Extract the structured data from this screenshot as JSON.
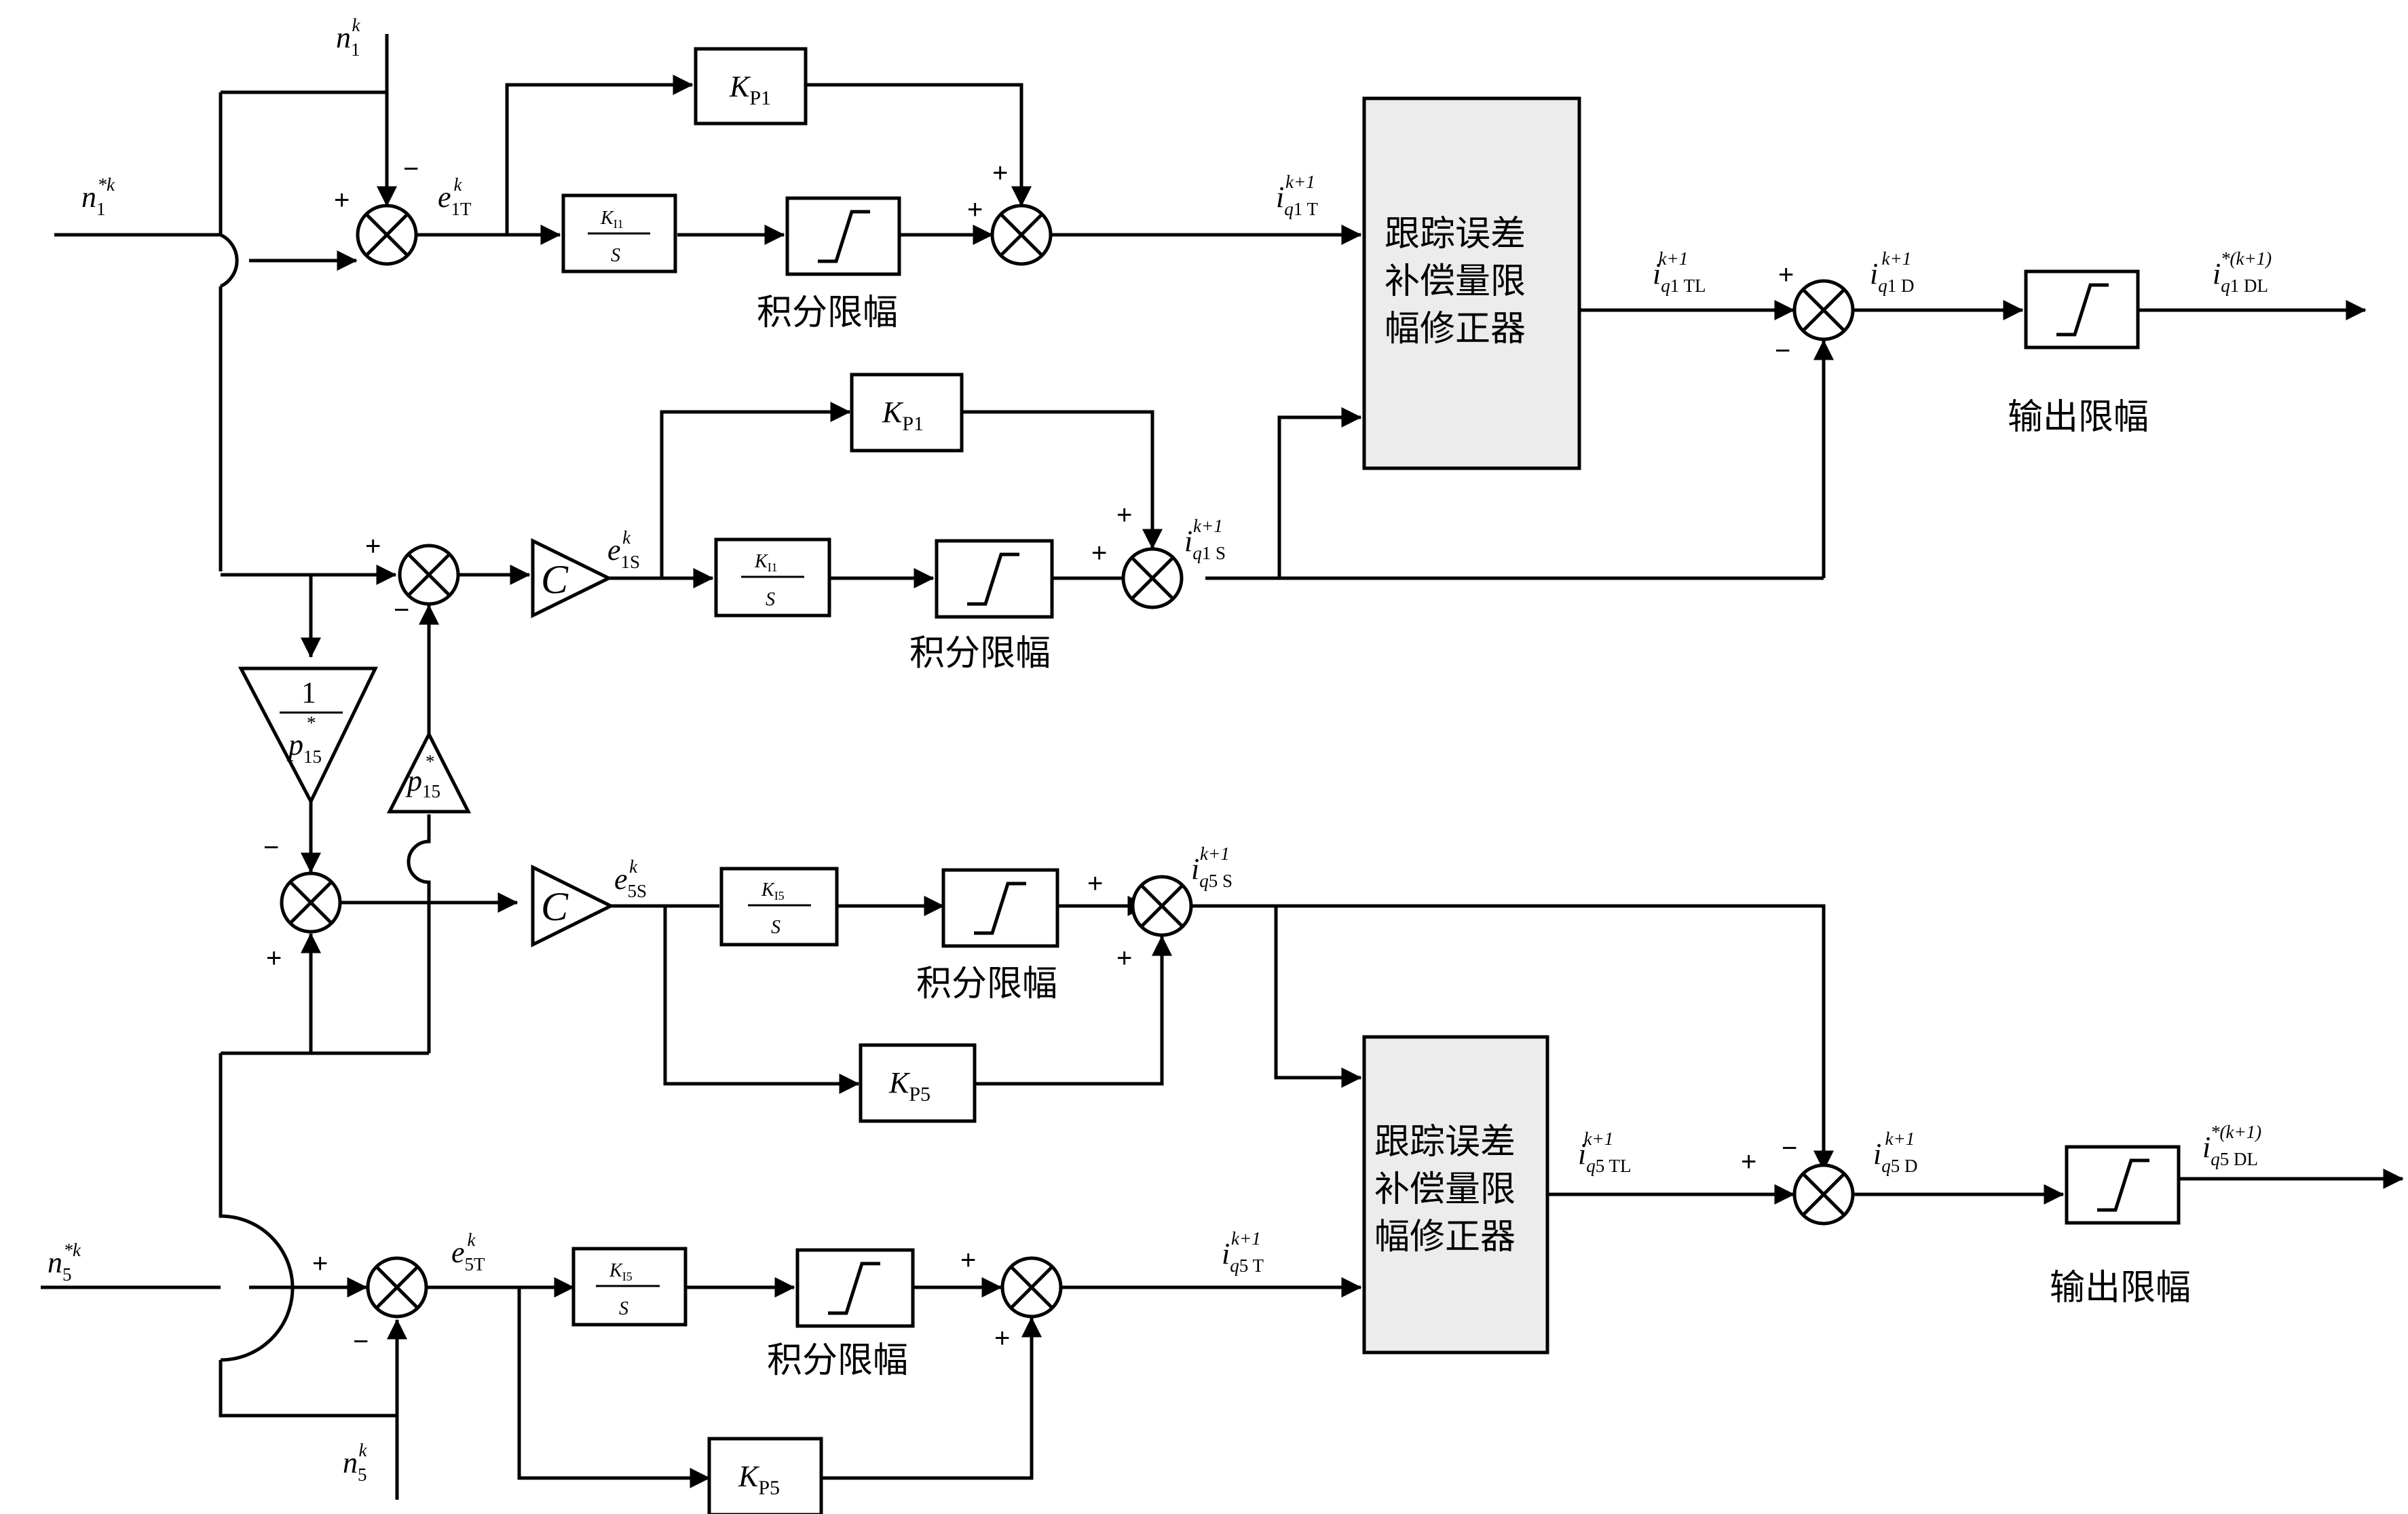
{
  "labels": {
    "integral_limit": "积分限幅",
    "output_limit": "输出限幅",
    "compensator": [
      "跟踪误差",
      "补偿量限",
      "幅修正器"
    ],
    "plus": "+",
    "minus": "−",
    "one": "1",
    "S": "S",
    "C": "C",
    "K": "K",
    "i": "i",
    "n": "n",
    "e": "e",
    "p": "p",
    "P1": "P1",
    "P5": "P5",
    "I1": "I1",
    "I5": "I5",
    "k": "k",
    "k1": "k+1",
    "star_k": "*k",
    "star_k1": "*(k+1)",
    "star": "*",
    "sub_1": "1",
    "sub_5": "5",
    "sub_15": "15",
    "sub_1T": "1T",
    "sub_1S": "1S",
    "sub_5S": "5S",
    "sub_5T": "5T",
    "sub_q": "q",
    "sub_1_T": "1 T",
    "sub_1_TL": "1 TL",
    "sub_1_D": "1 D",
    "sub_1_DL": "1 DL",
    "sub_1_S": "1 S",
    "sub_5_S": "5 S",
    "sub_5_TL": "5 TL",
    "sub_5_D": "5 D",
    "sub_5_DL": "5 DL",
    "sub_5_T": "5 T"
  }
}
